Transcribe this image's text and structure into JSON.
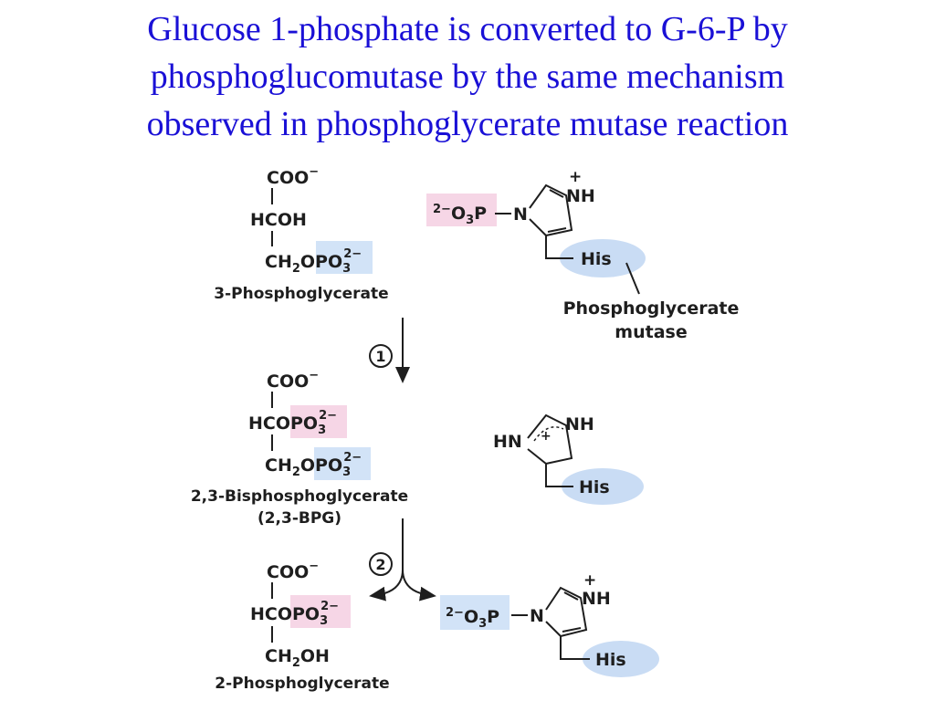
{
  "title_lines": [
    "Glucose 1-phosphate is converted to G-6-P by",
    "phosphoglucomutase by the same mechanism",
    "observed in phosphoglycerate mutase reaction"
  ],
  "colors": {
    "title": "#1a10d6",
    "pink_highlight": "#f6d6e6",
    "blue_highlight": "#d2e3f7",
    "his_oval": "#c9dcf4"
  },
  "molecules": {
    "pg3": {
      "line1": "COO",
      "line2": "HCOH",
      "line3_pre": "CH",
      "line3_sub": "2",
      "line3_post": "OPO",
      "line3_sub2": "3",
      "line3_sup": "2−",
      "name": "3-Phosphoglycerate"
    },
    "bpg": {
      "line1": "COO",
      "line2_pre": "HCOPO",
      "line2_sub": "3",
      "line2_sup": "2−",
      "line3_pre": "CH",
      "line3_sub": "2",
      "line3_post": "OPO",
      "line3_sub2": "3",
      "line3_sup": "2−",
      "name": "2,3-Bisphosphoglycerate",
      "abbr": "(2,3-BPG)"
    },
    "pg2": {
      "line1": "COO",
      "line2_pre": "HCOPO",
      "line2_sub": "3",
      "line2_sup": "2−",
      "line3_pre": "CH",
      "line3_sub": "2",
      "line3_post": "OH",
      "name": "2-Phosphoglycerate"
    }
  },
  "enzyme": {
    "name_line1": "Phosphoglycerate",
    "name_line2": "mutase",
    "his": "His",
    "nh": "NH",
    "hn": "HN",
    "n": "N",
    "phospho_sup": "2−",
    "phospho_o": "O",
    "phospho_sub": "3",
    "phospho_p": "P",
    "plus": "+",
    "minus": "−"
  },
  "steps": {
    "step1": "1",
    "step2": "2"
  }
}
